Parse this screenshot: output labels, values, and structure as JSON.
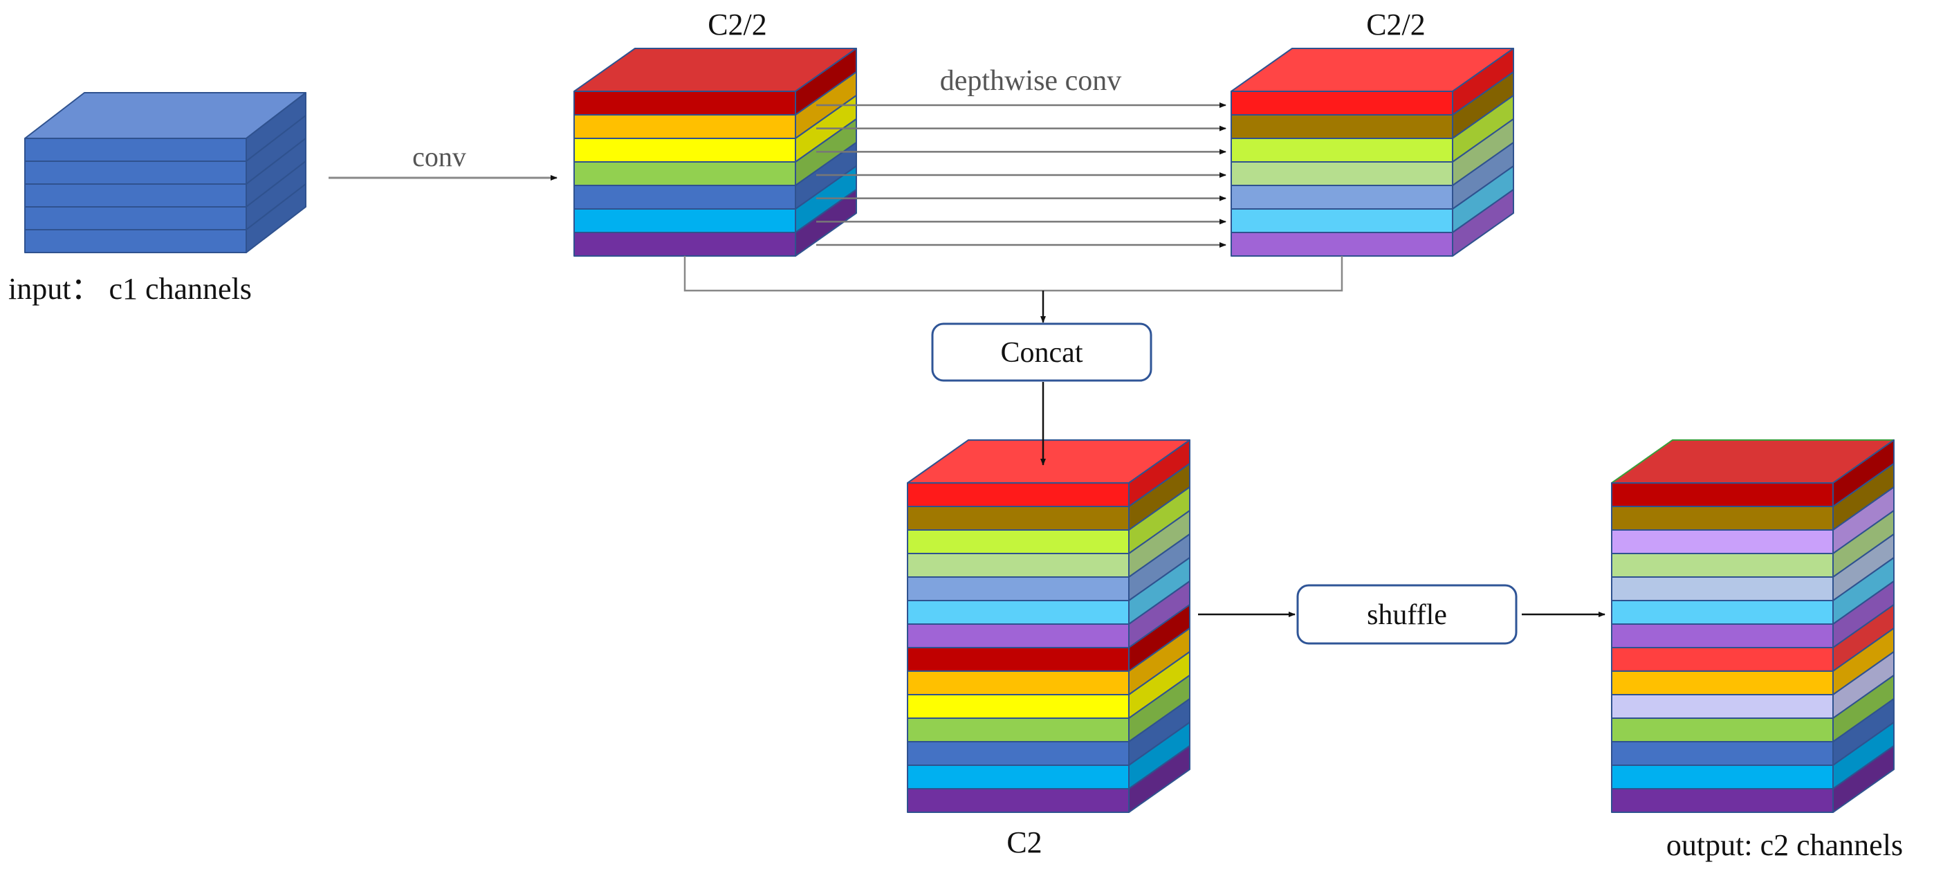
{
  "labels": {
    "input": "input：  c1 channels",
    "conv": "conv",
    "half_left": "C2/2",
    "half_right": "C2/2",
    "depthwise": "depthwise conv",
    "concat": "Concat",
    "c2": "C2",
    "shuffle": "shuffle",
    "output": "output: c2 channels"
  },
  "colors": {
    "input_block": "#4472C4",
    "line": "#777777",
    "box_border": "#2F5597",
    "output_edge": "#3A9D3A"
  },
  "stacks": {
    "input": [
      "#4472C4",
      "#4472C4",
      "#4472C4",
      "#4472C4",
      "#4472C4"
    ],
    "half_left": [
      "#C00000",
      "#FFC000",
      "#FFFF00",
      "#92D050",
      "#4472C4",
      "#00B0F0",
      "#7030A0"
    ],
    "half_right": [
      "#FF1A1A",
      "#A07800",
      "#C4F53C",
      "#B6DE8E",
      "#7FA3DE",
      "#5BD0FA",
      "#A064D6"
    ],
    "c2": [
      "#FF1A1A",
      "#A07800",
      "#C4F53C",
      "#B6DE8E",
      "#7FA3DE",
      "#5BD0FA",
      "#A064D6",
      "#C00000",
      "#FFC000",
      "#FFFF00",
      "#92D050",
      "#4472C4",
      "#00B0F0",
      "#7030A0"
    ],
    "output": [
      "#C00000",
      "#A07800",
      "#C9A0FA",
      "#B6DE8E",
      "#B4C7E7",
      "#5BD0FA",
      "#A064D6",
      "#FF4040",
      "#FFC000",
      "#C9C9F5",
      "#92D050",
      "#4472C4",
      "#00B0F0",
      "#7030A0"
    ]
  }
}
